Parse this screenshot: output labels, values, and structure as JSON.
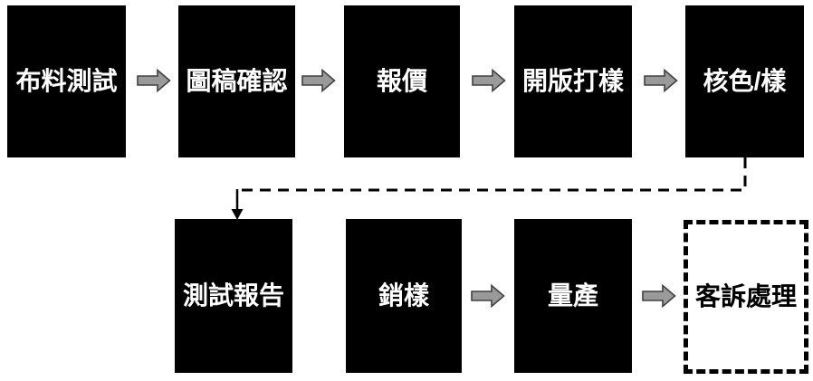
{
  "diagram": {
    "type": "flowchart",
    "background": "#ffffff",
    "nodes": [
      {
        "id": "fabric-test",
        "label": "布料測試",
        "shape": "solid-black-box",
        "row": 1
      },
      {
        "id": "artwork-confirmation",
        "label": "圖稿確認",
        "shape": "solid-black-box",
        "row": 1
      },
      {
        "id": "quotation",
        "label": "報價",
        "shape": "solid-black-box",
        "row": 1
      },
      {
        "id": "plate-making-proofing",
        "label": "開版打樣",
        "shape": "solid-black-box",
        "row": 1
      },
      {
        "id": "color-sample-check",
        "label": "核色/樣",
        "shape": "solid-black-box",
        "row": 1
      },
      {
        "id": "test-report",
        "label": "測試報告",
        "shape": "solid-black-box",
        "row": 2
      },
      {
        "id": "sealed-sample",
        "label": "銷樣",
        "shape": "solid-black-box",
        "row": 2
      },
      {
        "id": "mass-production",
        "label": "量產",
        "shape": "solid-black-box",
        "row": 2
      },
      {
        "id": "customer-complaint-handling",
        "label": "客訴處理",
        "shape": "dashed-white-box",
        "row": 2
      }
    ],
    "edges": [
      {
        "from": "布料測試",
        "to": "圖稿確認",
        "style": "gray-block-arrow"
      },
      {
        "from": "圖稿確認",
        "to": "報價",
        "style": "gray-block-arrow"
      },
      {
        "from": "報價",
        "to": "開版打樣",
        "style": "gray-block-arrow"
      },
      {
        "from": "開版打樣",
        "to": "核色/樣",
        "style": "gray-block-arrow"
      },
      {
        "from": "核色/樣",
        "to": "測試報告",
        "style": "black-dashed-elbow-arrow"
      },
      {
        "from": "銷樣",
        "to": "量產",
        "style": "gray-block-arrow"
      },
      {
        "from": "量產",
        "to": "客訴處理",
        "style": "gray-block-arrow"
      }
    ],
    "colors": {
      "box_fill": "#000000",
      "box_text": "#ffffff",
      "dashed_box_fill": "#ffffff",
      "dashed_box_border": "#000000",
      "dashed_box_text": "#000000",
      "arrow_fill": "#9a9a9a",
      "arrow_outline": "#404040",
      "connector": "#000000"
    }
  }
}
